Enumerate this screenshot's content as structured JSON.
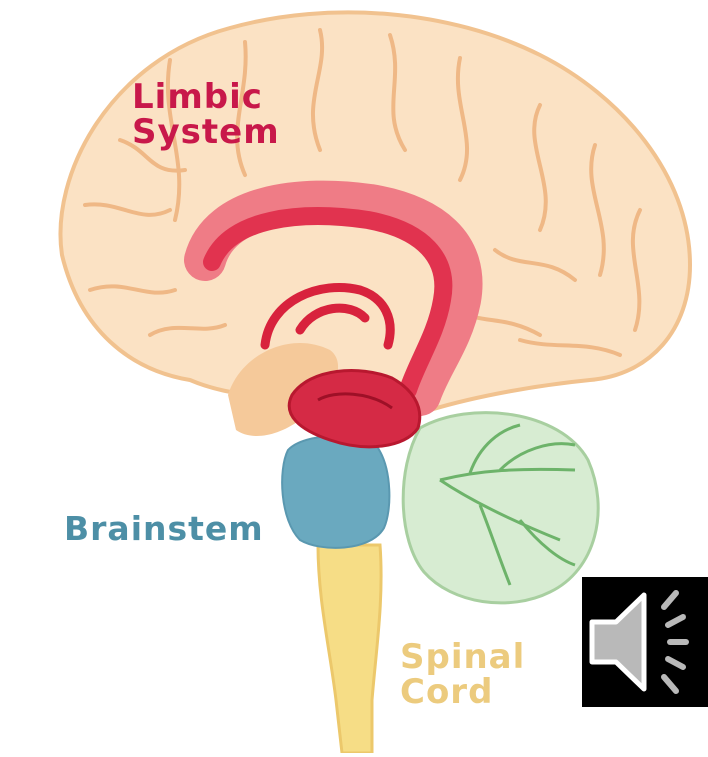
{
  "labels": {
    "limbic_line1": "Limbic",
    "limbic_line2": "System",
    "brainstem": "Brainstem",
    "spinal_line1": "Spinal",
    "spinal_line2": "Cord"
  },
  "colors": {
    "cortex": "#fbe2c4",
    "limbic": "#e1334f",
    "brainstem": "#6aa9bf",
    "cerebellum": "#d7ecd2",
    "spinal_cord": "#f6dd86",
    "label_limbic": "#c8184a",
    "label_brainstem": "#4d8fa6",
    "label_spinal": "#eccb7e"
  },
  "icons": {
    "audio": "speaker-icon"
  }
}
